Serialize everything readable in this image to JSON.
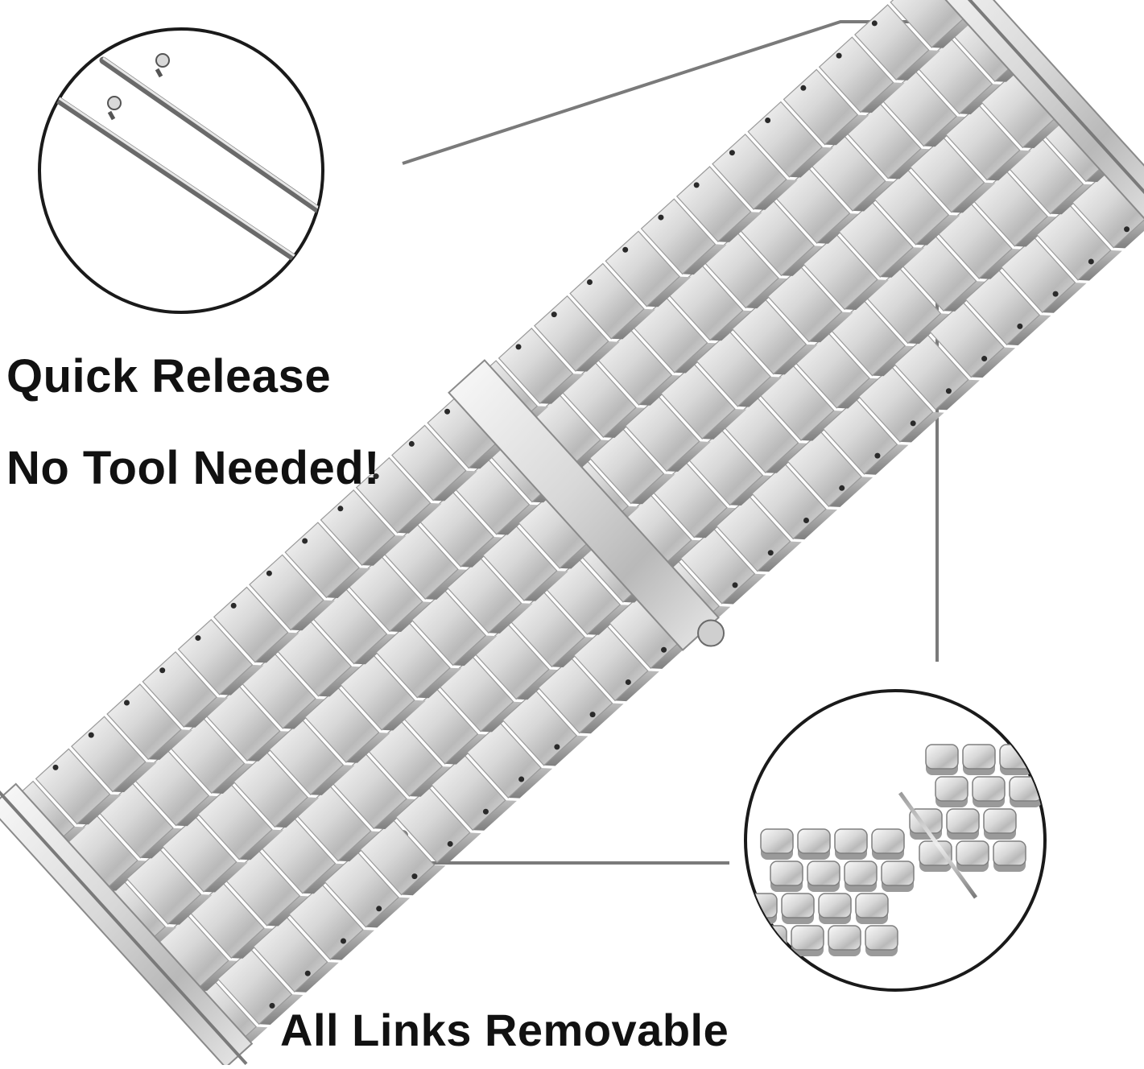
{
  "captions": {
    "quick_release": "Quick Release",
    "no_tool": "No Tool Needed!",
    "all_links": "All Links  Removable"
  },
  "colors": {
    "background": "#ffffff",
    "caption_text": "#111111",
    "callout_line": "#7a7a7a",
    "steel_light": "#f2f2f2",
    "steel_mid": "#c4c4c4",
    "steel_dark": "#8a8a8a"
  },
  "icons": {
    "spring_bar_inset": "spring-bar-pins",
    "link_inset": "detached-links"
  }
}
